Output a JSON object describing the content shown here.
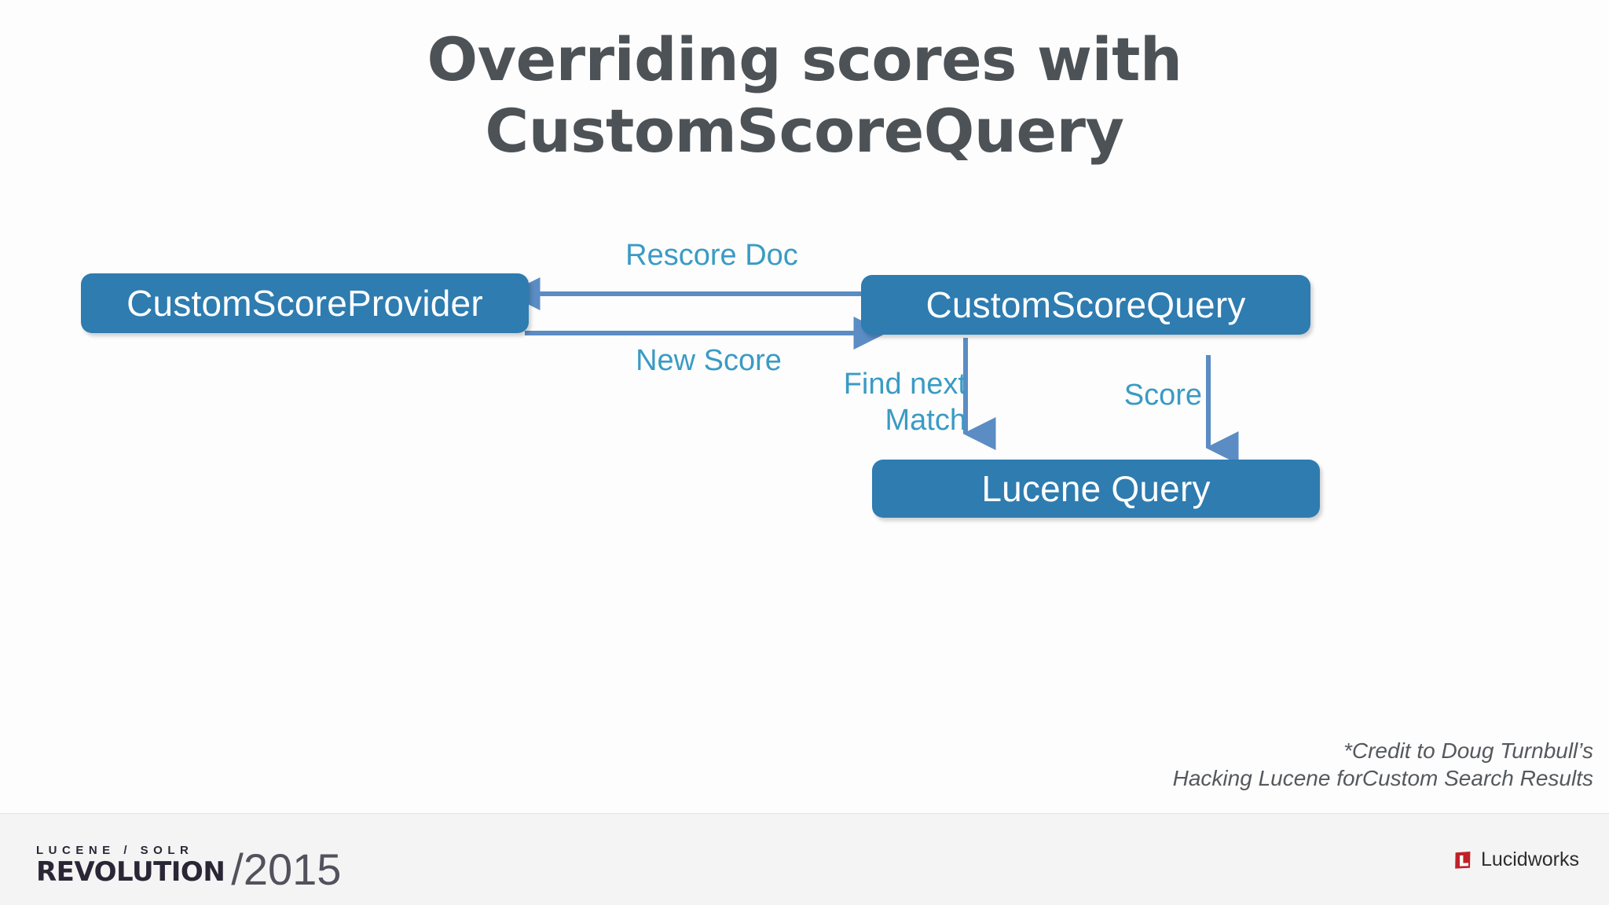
{
  "slide": {
    "title_line1": "Overriding scores with",
    "title_line2": "CustomScoreQuery",
    "title_color": "#4d5257",
    "background": "#fdfdfd"
  },
  "diagram": {
    "node_color": "#2e7cb0",
    "node_text_color": "#ffffff",
    "label_color": "#3a9bc4",
    "arrow_color": "#5b8cc4",
    "nodes": [
      {
        "id": "custom-score-provider",
        "label": "CustomScoreProvider"
      },
      {
        "id": "custom-score-query",
        "label": "CustomScoreQuery"
      },
      {
        "id": "lucene-query",
        "label": "Lucene Query"
      }
    ],
    "edges": [
      {
        "id": "rescore-doc",
        "label": "Rescore Doc",
        "from": "custom-score-query",
        "to": "custom-score-provider",
        "direction": "left"
      },
      {
        "id": "new-score",
        "label": "New Score",
        "from": "custom-score-provider",
        "to": "custom-score-query",
        "direction": "right"
      },
      {
        "id": "find-next-match",
        "label": "Find next\nMatch",
        "from": "custom-score-query",
        "to": "lucene-query",
        "direction": "down"
      },
      {
        "id": "score",
        "label": "Score",
        "from": "custom-score-query",
        "to": "lucene-query",
        "direction": "down"
      }
    ]
  },
  "credit": {
    "line1": "*Credit to Doug Turnbull’s",
    "line2": "Hacking Lucene forCustom Search Results"
  },
  "footer": {
    "conference_top": "LUCENE / SOLR",
    "conference_main": "REVOLUTION",
    "conference_year": "/2015",
    "sponsor_name": "Lucidworks",
    "sponsor_mark_color": "#c02127",
    "background": "#f4f4f4"
  }
}
